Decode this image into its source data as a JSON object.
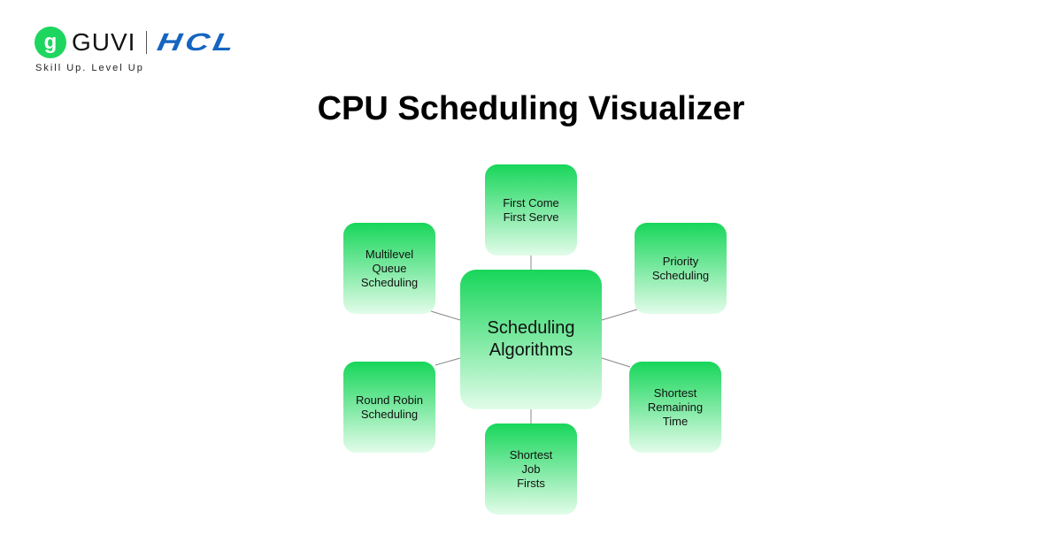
{
  "logo": {
    "mark": "g",
    "guvi": "GUVI",
    "hcl": "HCL",
    "tagline": "Skill Up. Level Up"
  },
  "title": "CPU Scheduling Visualizer",
  "diagram": {
    "center": "Scheduling Algorithms",
    "nodes": {
      "fcfs": "First Come First Serve",
      "multilevel": "Multilevel Queue Scheduling",
      "priority": "Priority Scheduling",
      "round_robin": "Round Robin Scheduling",
      "srt": "Shortest Remaining Time",
      "sjf": "Shortest Job Firsts"
    },
    "colors": {
      "top": "#17d65a",
      "bottom": "#e2fce9",
      "line": "#888888"
    }
  }
}
